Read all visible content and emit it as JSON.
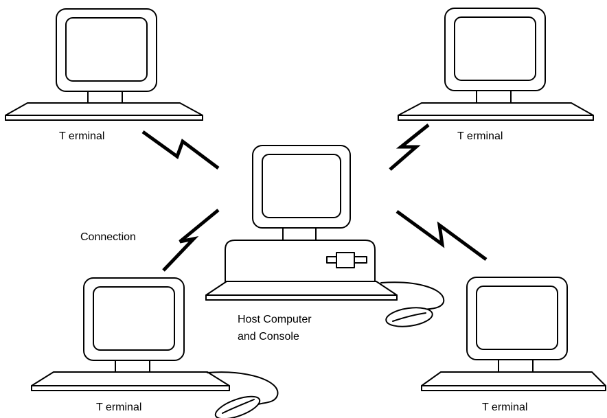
{
  "labels": {
    "terminal_top_left": "T erminal",
    "terminal_top_right": "T erminal",
    "terminal_bottom_left": "T erminal",
    "terminal_bottom_right": "T erminal",
    "connection": "Connection",
    "host_line1": "Host Computer",
    "host_line2": "and Console"
  },
  "colors": {
    "stroke": "#000000",
    "background": "#ffffff"
  }
}
